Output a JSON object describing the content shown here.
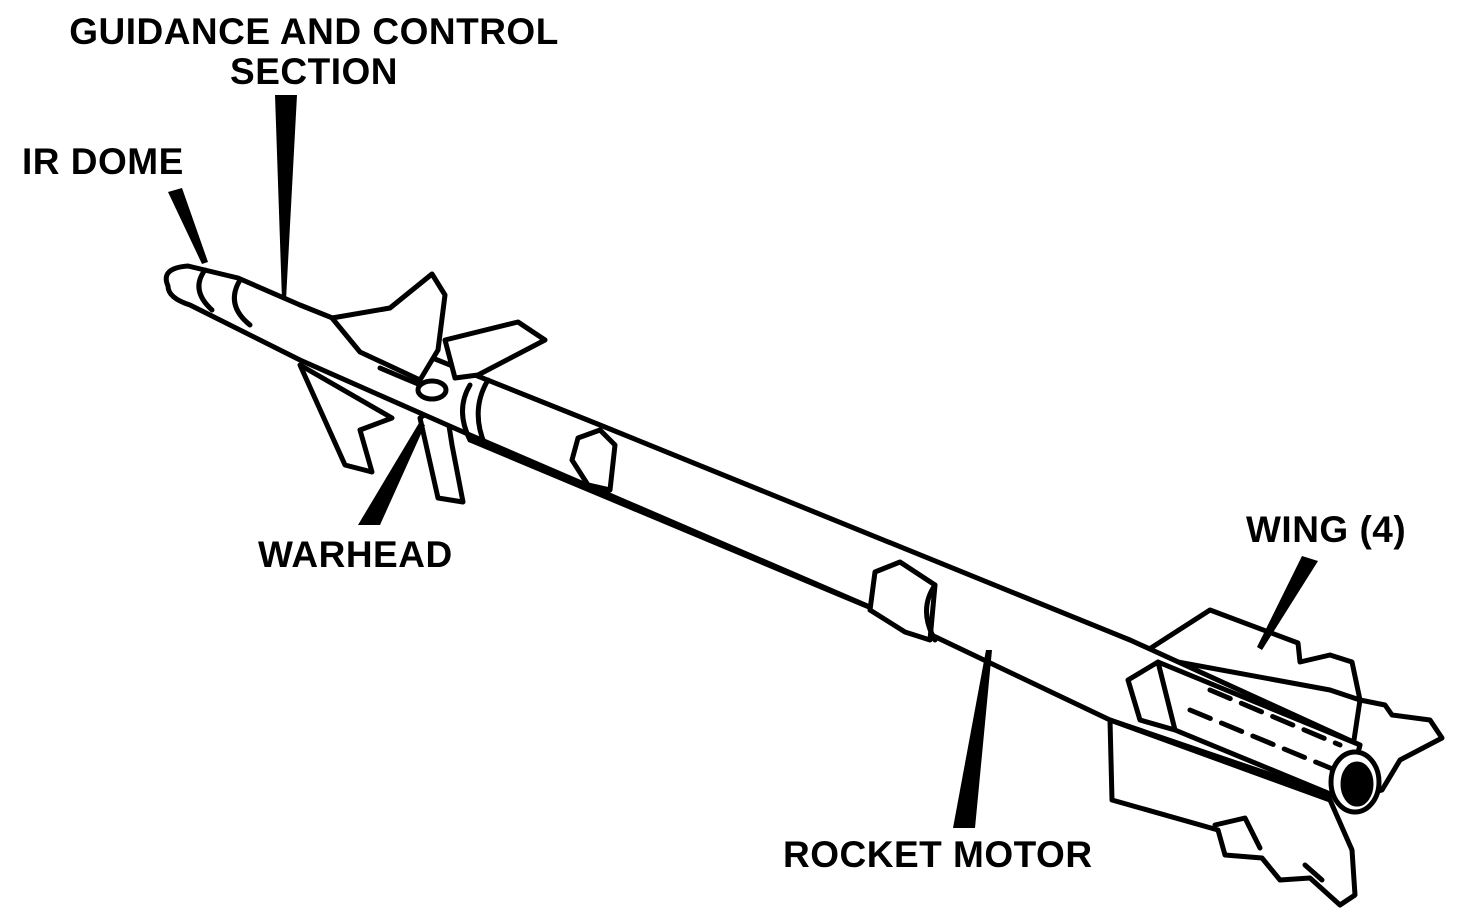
{
  "labels": {
    "guidance_line1": "GUIDANCE AND CONTROL",
    "guidance_line2": "SECTION",
    "ir_dome": "IR DOME",
    "warhead": "WARHEAD",
    "wing": "WING (4)",
    "rocket_motor": "ROCKET MOTOR"
  },
  "colors": {
    "ink": "#000000",
    "paper": "#ffffff"
  }
}
